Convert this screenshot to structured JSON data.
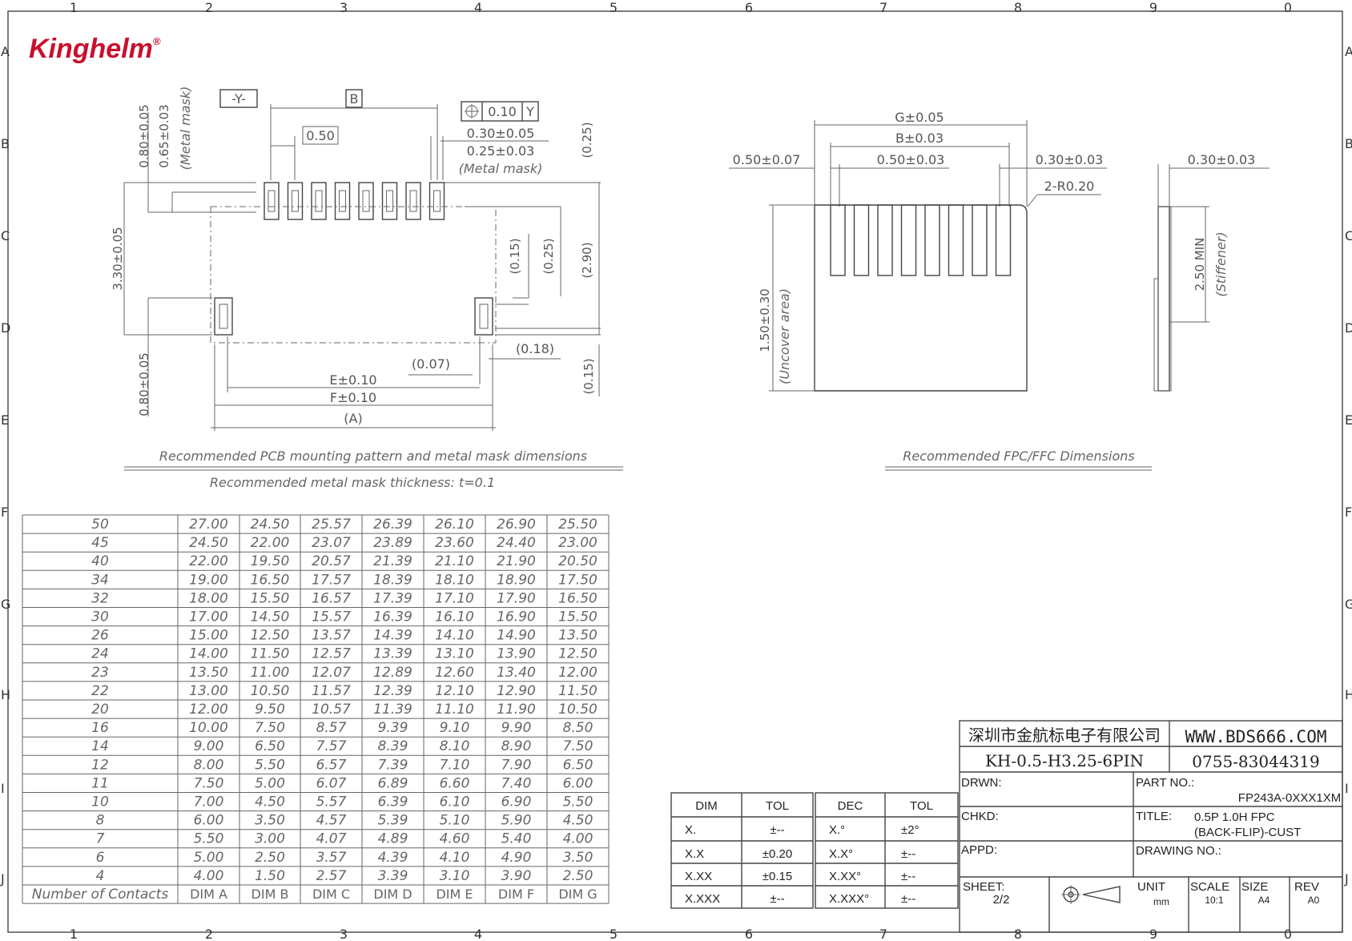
{
  "brand": {
    "name": "Kinghelm",
    "reg": "®"
  },
  "grid": {
    "cols": [
      "1",
      "2",
      "3",
      "4",
      "5",
      "6",
      "7",
      "8",
      "9",
      "0"
    ],
    "rows": [
      "A",
      "B",
      "C",
      "D",
      "E",
      "F",
      "G",
      "H",
      "I",
      "J"
    ]
  },
  "pcb": {
    "datum_y": "-Y-",
    "dim_b_box": "B",
    "pitch": "0.50",
    "tolerance_frame": "0.10",
    "tolerance_datum": "Y",
    "w1": "0.30±0.05",
    "w2": "0.25±0.03",
    "metal_mask": "(Metal mask)",
    "h1": "0.80±0.05",
    "h2": "0.65±0.03",
    "h_mask": "(Metal mask)",
    "h3": "3.30±0.05",
    "h4": "0.80±0.05",
    "r1": "(0.25)",
    "r2": "(0.15)",
    "r3": "(0.25)",
    "r4": "(2.90)",
    "r5": "(0.15)",
    "e": "E±0.10",
    "f": "F±0.10",
    "a": "(A)",
    "d007": "(0.07)",
    "d018": "(0.18)",
    "caption": "Recommended PCB mounting pattern and metal mask dimensions",
    "caption2": "Recommended metal mask thickness: t=0.1"
  },
  "fpc": {
    "g": "G±0.05",
    "b": "B±0.03",
    "left": "0.50±0.07",
    "pitch": "0.50±0.03",
    "width": "0.30±0.03",
    "radius": "2-R0.20",
    "uncover": "1.50±0.30",
    "uncover_label": "(Uncover area)",
    "side_w": "0.30±0.03",
    "stiff": "2.50 MIN",
    "stiff_label": "(Stiffener)",
    "caption": "Recommended FPC/FFC Dimensions"
  },
  "table": {
    "headers": [
      "Number of Contacts",
      "DIM A",
      "DIM B",
      "DIM C",
      "DIM D",
      "DIM E",
      "DIM F",
      "DIM G"
    ],
    "rows": [
      [
        "50",
        "27.00",
        "24.50",
        "25.57",
        "26.39",
        "26.10",
        "26.90",
        "25.50"
      ],
      [
        "45",
        "24.50",
        "22.00",
        "23.07",
        "23.89",
        "23.60",
        "24.40",
        "23.00"
      ],
      [
        "40",
        "22.00",
        "19.50",
        "20.57",
        "21.39",
        "21.10",
        "21.90",
        "20.50"
      ],
      [
        "34",
        "19.00",
        "16.50",
        "17.57",
        "18.39",
        "18.10",
        "18.90",
        "17.50"
      ],
      [
        "32",
        "18.00",
        "15.50",
        "16.57",
        "17.39",
        "17.10",
        "17.90",
        "16.50"
      ],
      [
        "30",
        "17.00",
        "14.50",
        "15.57",
        "16.39",
        "16.10",
        "16.90",
        "15.50"
      ],
      [
        "26",
        "15.00",
        "12.50",
        "13.57",
        "14.39",
        "14.10",
        "14.90",
        "13.50"
      ],
      [
        "24",
        "14.00",
        "11.50",
        "12.57",
        "13.39",
        "13.10",
        "13.90",
        "12.50"
      ],
      [
        "23",
        "13.50",
        "11.00",
        "12.07",
        "12.89",
        "12.60",
        "13.40",
        "12.00"
      ],
      [
        "22",
        "13.00",
        "10.50",
        "11.57",
        "12.39",
        "12.10",
        "12.90",
        "11.50"
      ],
      [
        "20",
        "12.00",
        "9.50",
        "10.57",
        "11.39",
        "11.10",
        "11.90",
        "10.50"
      ],
      [
        "16",
        "10.00",
        "7.50",
        "8.57",
        "9.39",
        "9.10",
        "9.90",
        "8.50"
      ],
      [
        "14",
        "9.00",
        "6.50",
        "7.57",
        "8.39",
        "8.10",
        "8.90",
        "7.50"
      ],
      [
        "12",
        "8.00",
        "5.50",
        "6.57",
        "7.39",
        "7.10",
        "7.90",
        "6.50"
      ],
      [
        "11",
        "7.50",
        "5.00",
        "6.07",
        "6.89",
        "6.60",
        "7.40",
        "6.00"
      ],
      [
        "10",
        "7.00",
        "4.50",
        "5.57",
        "6.39",
        "6.10",
        "6.90",
        "5.50"
      ],
      [
        "8",
        "6.00",
        "3.50",
        "4.57",
        "5.39",
        "5.10",
        "5.90",
        "4.50"
      ],
      [
        "7",
        "5.50",
        "3.00",
        "4.07",
        "4.89",
        "4.60",
        "5.40",
        "4.00"
      ],
      [
        "6",
        "5.00",
        "2.50",
        "3.57",
        "4.39",
        "4.10",
        "4.90",
        "3.50"
      ],
      [
        "4",
        "4.00",
        "1.50",
        "2.57",
        "3.39",
        "3.10",
        "3.90",
        "2.50"
      ]
    ]
  },
  "tol": {
    "h1": "DIM",
    "h2": "TOL",
    "h3": "DEC",
    "h4": "TOL",
    "rows": [
      [
        "X.",
        "±--",
        "X.°",
        "±2°"
      ],
      [
        "X.X",
        "±0.20",
        "X.X°",
        "±--"
      ],
      [
        "X.XX",
        "±0.15",
        "X.XX°",
        "±--"
      ],
      [
        "X.XXX",
        "±--",
        "X.XXX°",
        "±--"
      ]
    ]
  },
  "titleblock": {
    "company": "深圳市金航标电子有限公司",
    "web": "WWW.BDS666.COM",
    "model": "KH-0.5-H3.25-6PIN",
    "phone": "0755-83044319",
    "drwn": "DRWN:",
    "chkd": "CHKD:",
    "appd": "APPD:",
    "part_label": "PART NO.:",
    "part_no": "FP243A-0XXX1XM",
    "title_label": "TITLE:",
    "title1": "0.5P 1.0H FPC",
    "title2": "(BACK-FLIP)-CUST",
    "drawing_label": "DRAWING NO.:",
    "sheet_label": "SHEET:",
    "sheet": "2/2",
    "unit_label": "UNIT",
    "unit": "mm",
    "scale_label": "SCALE",
    "scale": "10:1",
    "size_label": "SIZE",
    "size": "A4",
    "rev_label": "REV",
    "rev": "A0"
  }
}
